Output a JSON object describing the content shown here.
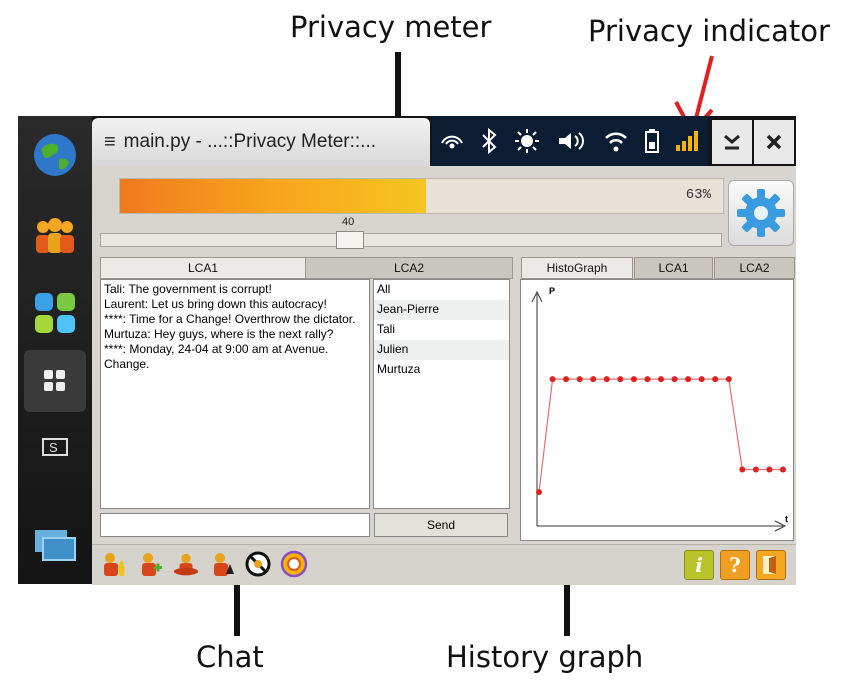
{
  "callouts": {
    "privacy_meter": "Privacy meter",
    "privacy_indicator": "Privacy indicator",
    "chat": "Chat",
    "history_graph": "History graph"
  },
  "window": {
    "title": "main.py - ...::Privacy Meter::...",
    "minimize_icon": "chevron-down-bar-icon",
    "close_icon": "close-icon"
  },
  "status_icons": [
    "hotspot-icon",
    "bluetooth-icon",
    "brightness-icon",
    "volume-icon",
    "wifi-icon",
    "battery-icon",
    "privacy-signal-icon"
  ],
  "launcher_icons": [
    "globe-icon",
    "contacts-icon",
    "apps-icon",
    "dashboard-icon",
    "switcher-icon",
    "windows-icon"
  ],
  "privacy_meter": {
    "percent_label": "63%",
    "level": 0.63,
    "meter_colors": [
      "#f07a1e",
      "#f5c51e"
    ]
  },
  "slider": {
    "value": "40",
    "level": 0.4
  },
  "chat_tabs": [
    "LCA1",
    "LCA2"
  ],
  "chat_messages": [
    "Tali: The government is corrupt!",
    "Laurent: Let us bring down this autocracy!",
    "****: Time for a Change! Overthrow the dictator.",
    "Murtuza: Hey guys, where is the next rally?",
    "****: Monday, 24-04 at 9:00 am at Avenue. Change."
  ],
  "users": [
    "All",
    "Jean-Pierre",
    "Tali",
    "Julien",
    "Murtuza"
  ],
  "send_label": "Send",
  "graph_tabs": [
    "HistoGraph",
    "LCA1",
    "LCA2"
  ],
  "chart_data": {
    "type": "line",
    "xlabel": "t",
    "ylabel": "P",
    "x": [
      0,
      1,
      2,
      3,
      4,
      5,
      6,
      7,
      8,
      9,
      10,
      11,
      12,
      13,
      14,
      15,
      16,
      17
    ],
    "values": [
      0.15,
      0.65,
      0.65,
      0.65,
      0.65,
      0.65,
      0.65,
      0.65,
      0.65,
      0.65,
      0.65,
      0.65,
      0.65,
      0.65,
      0.65,
      0.25,
      0.25,
      0.25,
      0.25
    ],
    "ylim": [
      0,
      1
    ],
    "color": "#e02020"
  },
  "toolbar_icons": [
    "user-fire-icon",
    "user-add-icon",
    "user-remove-icon",
    "user-block-icon",
    "no-entry-icon",
    "target-icon"
  ],
  "right_icons": {
    "info": "i",
    "help": "?",
    "exit_icon": "exit-icon"
  },
  "indicator_color": "#f5b400",
  "arrow_color": "#e02020"
}
